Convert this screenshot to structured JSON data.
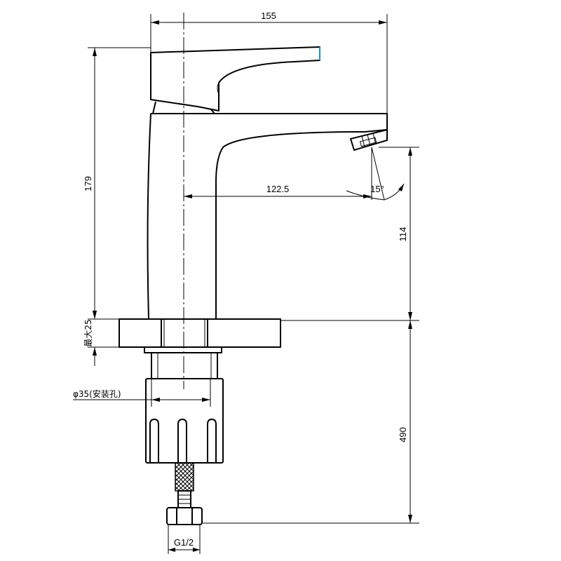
{
  "dimensions": {
    "overall_width": "155",
    "total_height": "179",
    "spout_reach": "122.5",
    "spray_angle": "15°",
    "spout_height": "114",
    "max_deck_thickness": "最大25",
    "hole_diameter": "φ35(安装孔)",
    "hose_length": "490",
    "connection_thread": "G1/2"
  },
  "colors": {
    "line": "#000000",
    "handle_tip_accent": "#1a8fd0",
    "background": "#ffffff"
  }
}
